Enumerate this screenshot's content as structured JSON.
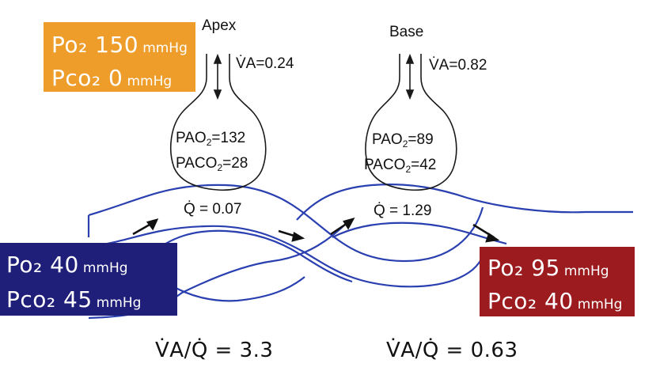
{
  "colors": {
    "inspired_box": "#ee9c2a",
    "venous_box": "#1f1f7a",
    "arterial_box": "#9b1b1e",
    "vessel_line": "#2a3fb0",
    "sketch_line": "#1a1a1a"
  },
  "regions": [
    {
      "name": "Apex",
      "va": "V̇A=0.24",
      "pao2_prefix": "PAO",
      "pao2_value": "=132",
      "paco2_prefix": "PACO",
      "paco2_value": "=28",
      "sub": "2",
      "q": "Q̇ = 0.07",
      "ratio": "V̇A/Q̇ = 3.3"
    },
    {
      "name": "Base",
      "va": "V̇A=0.82",
      "pao2_prefix": "PAO",
      "pao2_value": "=89",
      "paco2_prefix": "PACO",
      "paco2_value": "=42",
      "sub": "2",
      "q": "Q̇ = 1.29",
      "ratio": "V̇A/Q̇ = 0.63"
    }
  ],
  "inspired": {
    "line1": "Po₂ 150",
    "line1_unit": "mmHg",
    "line2": "Pco₂ 0",
    "line2_unit": "mmHg"
  },
  "venous": {
    "line1": "Po₂ 40",
    "line1_unit": "mmHg",
    "line2": "Pco₂ 45",
    "line2_unit": "mmHg"
  },
  "arterial": {
    "line1": "Po₂ 95",
    "line1_unit": "mmHg",
    "line2": "Pco₂ 40",
    "line2_unit": "mmHg"
  }
}
